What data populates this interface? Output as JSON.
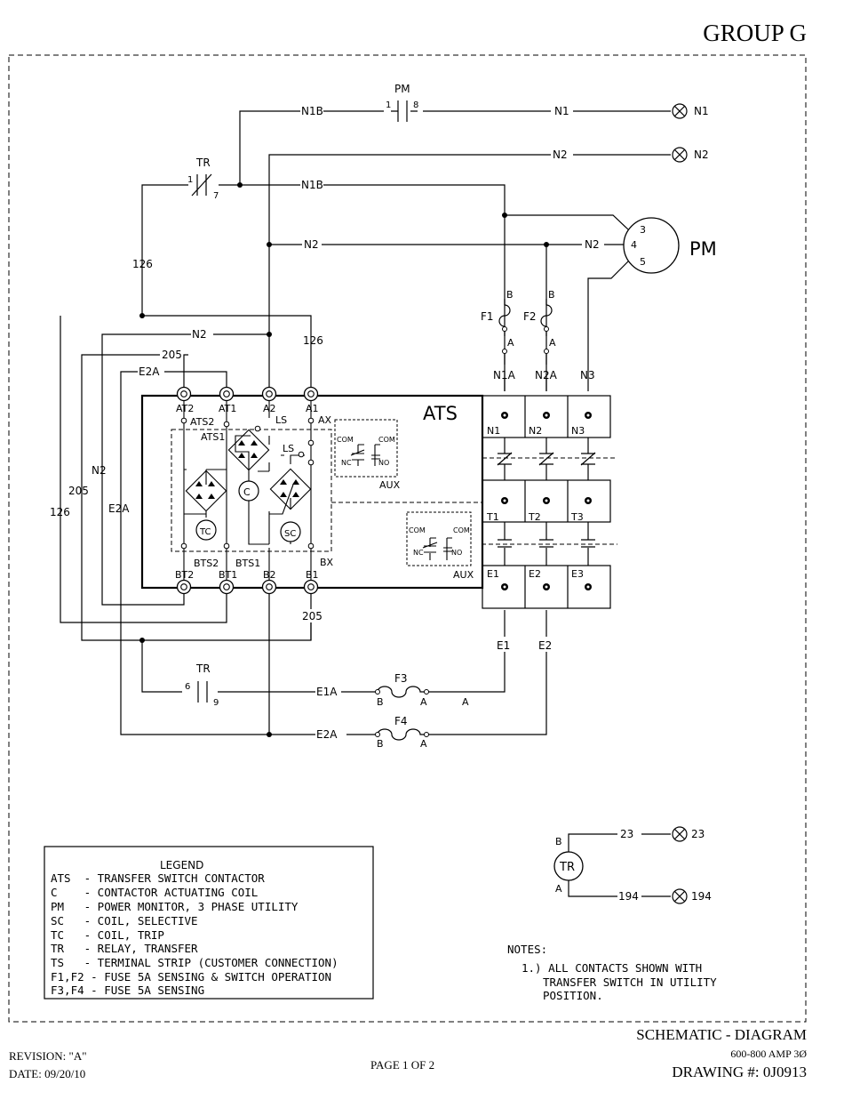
{
  "header": {
    "group": "GROUP G"
  },
  "title_block": {
    "title": "SCHEMATIC - DIAGRAM",
    "subtitle": "600-800 AMP 3Ø",
    "drawing": "DRAWING #: 0J0913",
    "revision": "REVISION: \"A\"",
    "date": "DATE: 09/20/10",
    "page": "PAGE 1 OF 2"
  },
  "legend": {
    "title": "LEGEND",
    "entries": [
      "ATS  - TRANSFER SWITCH CONTACTOR",
      "C    - CONTACTOR ACTUATING COIL",
      "PM   - POWER MONITOR, 3 PHASE UTILITY",
      "SC   - COIL, SELECTIVE",
      "TC   - COIL, TRIP",
      "TR   - RELAY, TRANSFER",
      "TS   - TERMINAL STRIP (CUSTOMER CONNECTION)",
      "F1,F2 - FUSE 5A SENSING & SWITCH OPERATION",
      "F3,F4 - FUSE 5A SENSING"
    ]
  },
  "notes": {
    "heading": "NOTES:",
    "items": [
      "1.) ALL CONTACTS SHOWN WITH",
      "TRANSFER SWITCH IN UTILITY",
      "POSITION."
    ]
  },
  "labels": {
    "pm": "PM",
    "pm_big": "PM",
    "ats": "ATS",
    "tr": "TR",
    "c": "C",
    "sc": "SC",
    "tc": "TC",
    "n1": "N1",
    "n2": "N2",
    "n1b": "N1B",
    "n1a": "N1A",
    "n2a": "N2A",
    "n3": "N3",
    "e1": "E1",
    "e2": "E2",
    "e1a": "E1A",
    "e2a": "E2A",
    "t1": "T1",
    "t2": "T2",
    "t3": "T3",
    "w126": "126",
    "w205": "205",
    "w23": "23",
    "w194": "194",
    "at2": "AT2",
    "at1": "AT1",
    "a2": "A2",
    "a1": "A1",
    "bt2": "BT2",
    "bt1": "BT1",
    "b2": "B2",
    "b1": "B1",
    "ats2": "ATS2",
    "ats1": "ATS1",
    "bts2": "BTS2",
    "bts1": "BTS1",
    "ls": "LS",
    "ax": "AX",
    "bx": "BX",
    "aux": "AUX",
    "com": "COM",
    "nc": "NC",
    "no": "NO",
    "f1": "F1",
    "f2": "F2",
    "f3": "F3",
    "f4": "F4",
    "a": "A",
    "b": "B",
    "c1": "1",
    "c8": "8",
    "c7": "7",
    "c6": "6",
    "c9": "9",
    "p3": "3",
    "p4": "4",
    "p5": "5"
  }
}
